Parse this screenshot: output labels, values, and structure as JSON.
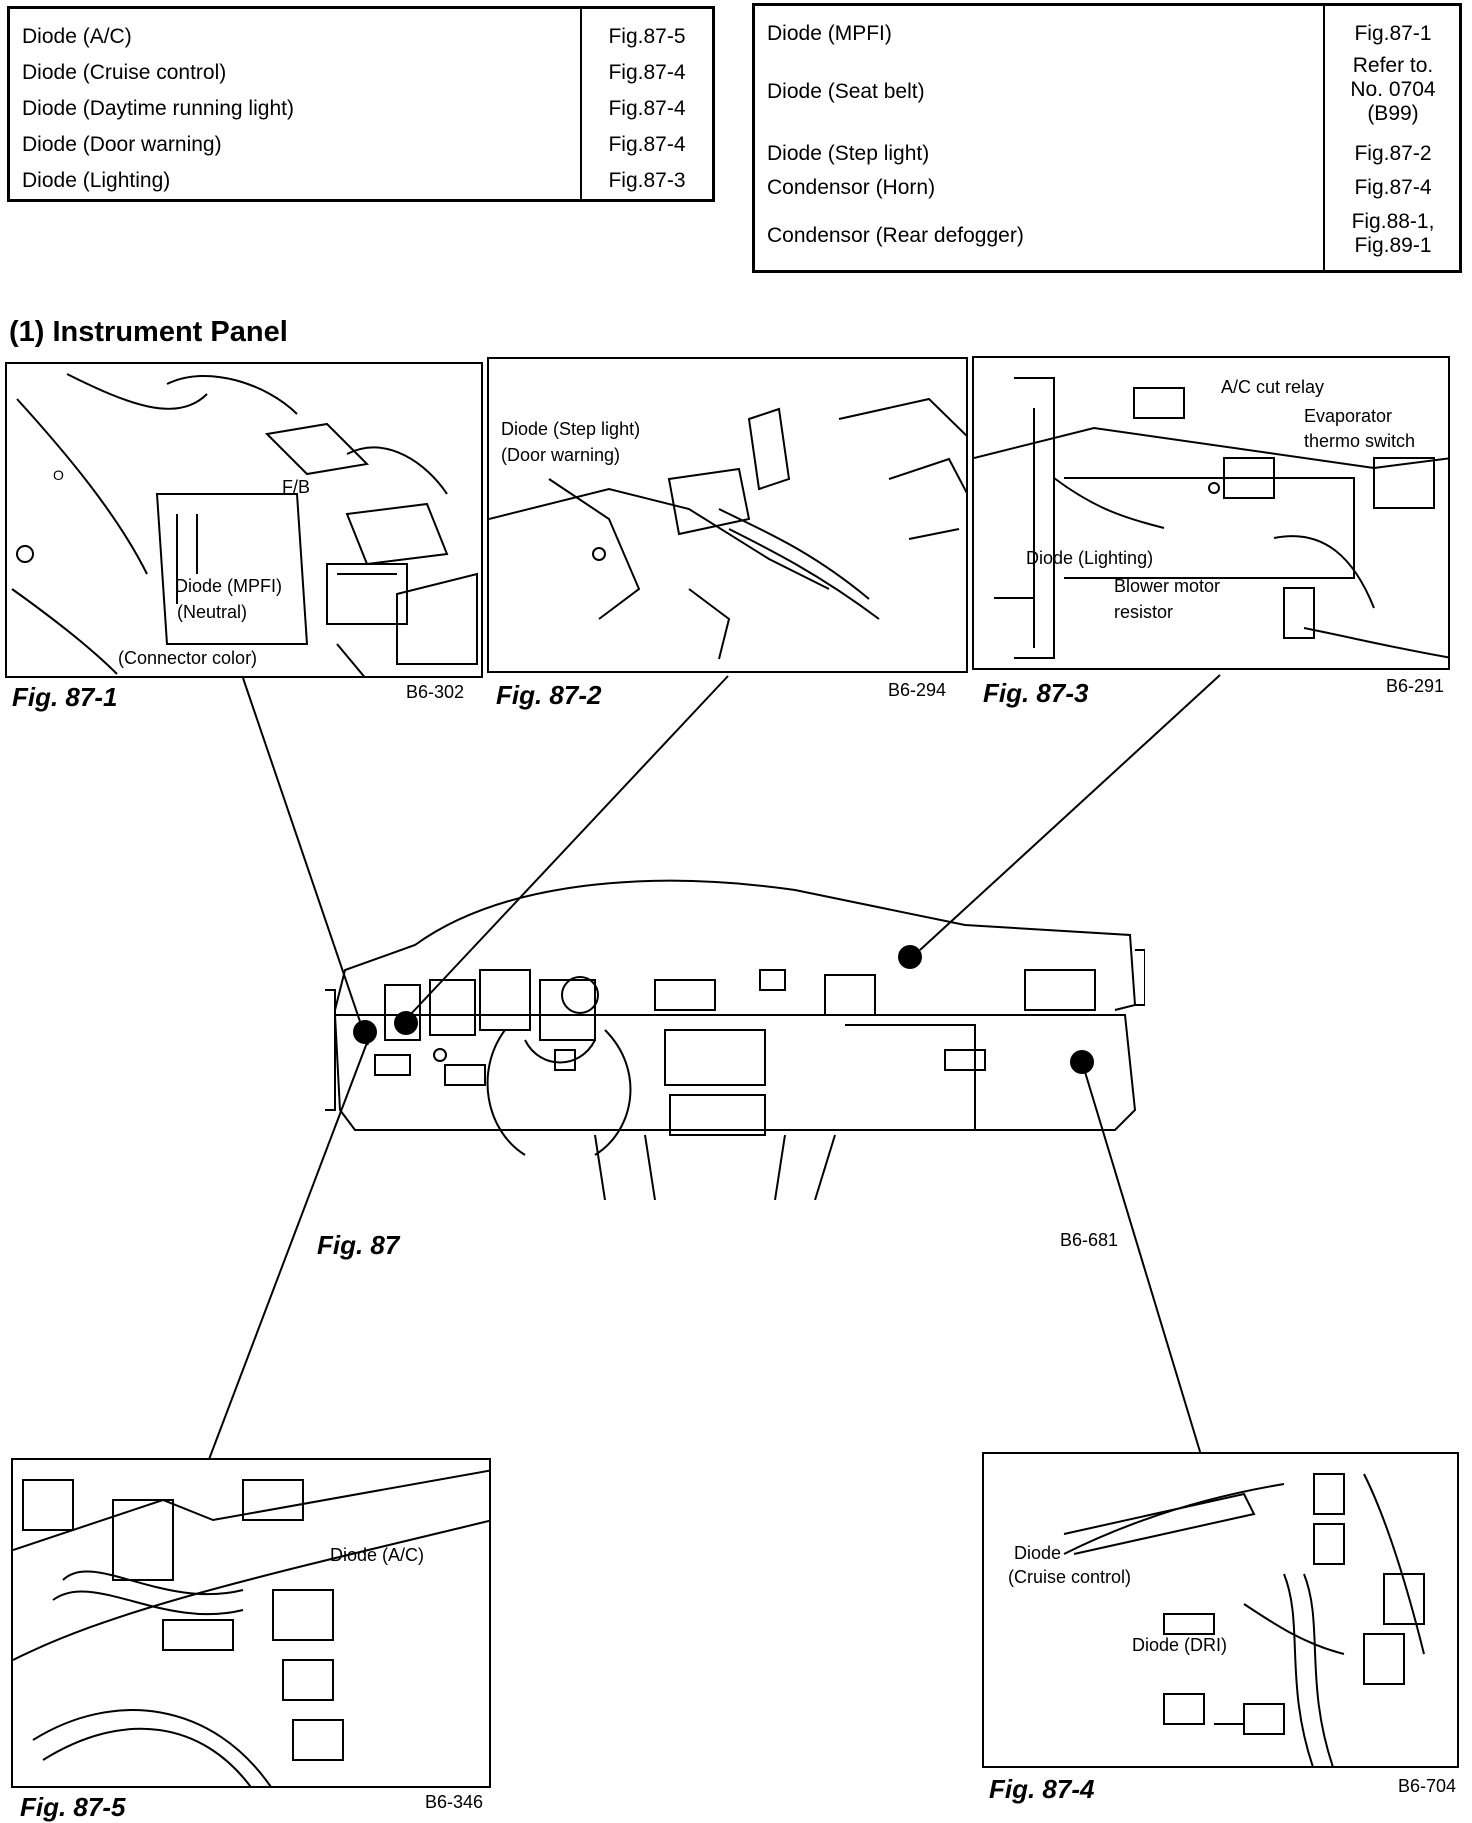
{
  "table_left": {
    "rows": [
      {
        "item": "Diode (A/C)",
        "ref": "Fig.87-5"
      },
      {
        "item": "Diode (Cruise control)",
        "ref": "Fig.87-4"
      },
      {
        "item": "Diode (Daytime running light)",
        "ref": "Fig.87-4"
      },
      {
        "item": "Diode (Door warning)",
        "ref": "Fig.87-4"
      },
      {
        "item": "Diode (Lighting)",
        "ref": "Fig.87-3"
      }
    ]
  },
  "table_right": {
    "rows": [
      {
        "item": "Diode (MPFI)",
        "ref": "Fig.87-1"
      },
      {
        "item": "Diode (Seat belt)",
        "ref": "Refer to.\nNo. 0704\n(B99)"
      },
      {
        "item": "Diode (Step light)",
        "ref": "Fig.87-2"
      },
      {
        "item": "Condensor (Horn)",
        "ref": "Fig.87-4"
      },
      {
        "item": "Condensor (Rear defogger)",
        "ref": "Fig.88-1,\nFig.89-1"
      }
    ]
  },
  "section_heading": "(1)  Instrument Panel",
  "figures": {
    "f871": {
      "caption": "Fig.  87-1",
      "code": "B6-302",
      "labels": [
        "F/B",
        "Diode (MPFI)",
        "(Neutral)",
        "(Connector color)"
      ]
    },
    "f872": {
      "caption": "Fig.  87-2",
      "code": "B6-294",
      "labels": [
        "Diode (Step light)",
        "(Door warning)"
      ]
    },
    "f873": {
      "caption": "Fig.  87-3",
      "code": "B6-291",
      "labels": [
        "A/C cut relay",
        "Evaporator",
        "thermo switch",
        "Diode (Lighting)",
        "Blower motor",
        "resistor"
      ]
    },
    "f87": {
      "caption": "Fig.  87",
      "code": "B6-681"
    },
    "f875": {
      "caption": "Fig.  87-5",
      "code": "B6-346",
      "labels": [
        "Diode (A/C)"
      ]
    },
    "f874": {
      "caption": "Fig.  87-4",
      "code": "B6-704",
      "labels": [
        "Diode",
        "(Cruise control)",
        "Diode (DRI)"
      ]
    }
  }
}
